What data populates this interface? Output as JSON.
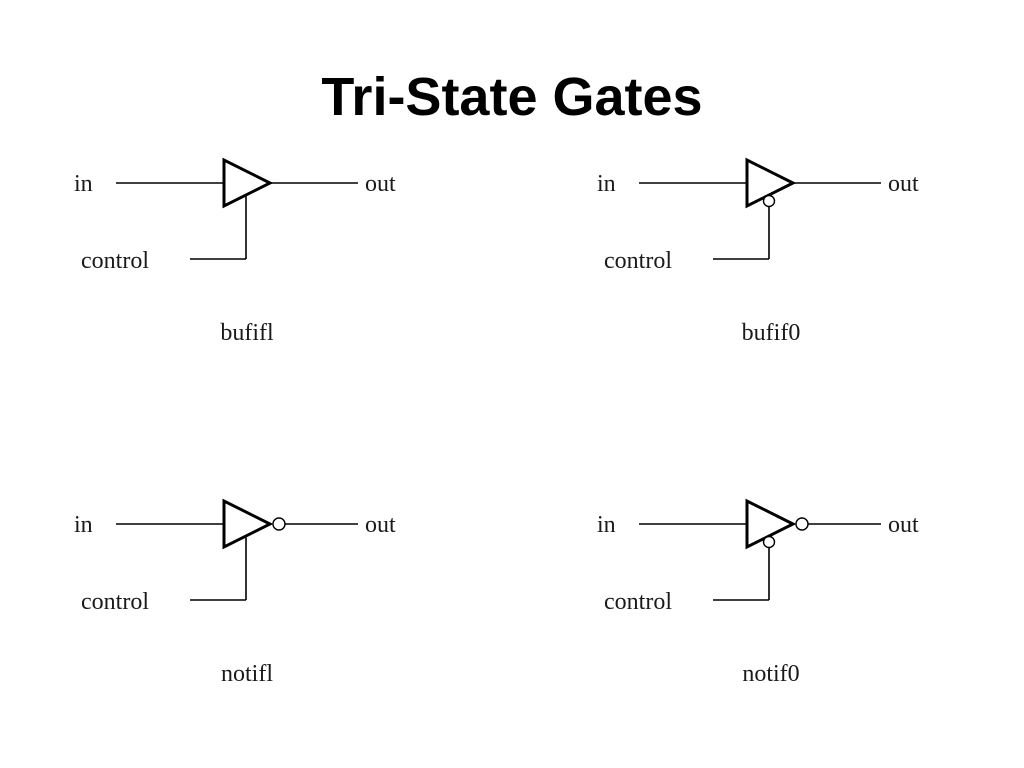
{
  "slide": {
    "title": "Tri-State Gates"
  },
  "gates": [
    {
      "key": "bufif1",
      "in_label": "in",
      "out_label": "out",
      "control_label": "control",
      "name": "bufifl",
      "inverted_output": false,
      "inverted_control": false
    },
    {
      "key": "bufif0",
      "in_label": "in",
      "out_label": "out",
      "control_label": "control",
      "name": "bufif0",
      "inverted_output": false,
      "inverted_control": true
    },
    {
      "key": "notif1",
      "in_label": "in",
      "out_label": "out",
      "control_label": "control",
      "name": "notifl",
      "inverted_output": true,
      "inverted_control": false
    },
    {
      "key": "notif0",
      "in_label": "in",
      "out_label": "out",
      "control_label": "control",
      "name": "notif0",
      "inverted_output": true,
      "inverted_control": true
    }
  ]
}
